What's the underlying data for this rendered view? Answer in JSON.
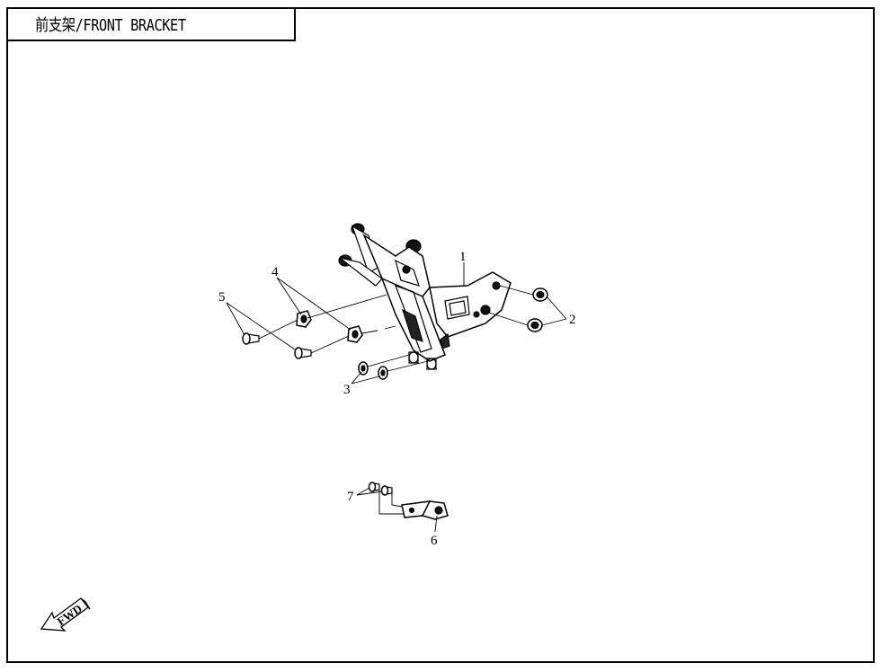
{
  "title": "前支架/FRONT BRACKET",
  "callouts": {
    "c1": "1",
    "c2": "2",
    "c3": "3",
    "c4": "4",
    "c5": "5",
    "c6": "6",
    "c7": "7"
  },
  "fwd_label": "FWD"
}
